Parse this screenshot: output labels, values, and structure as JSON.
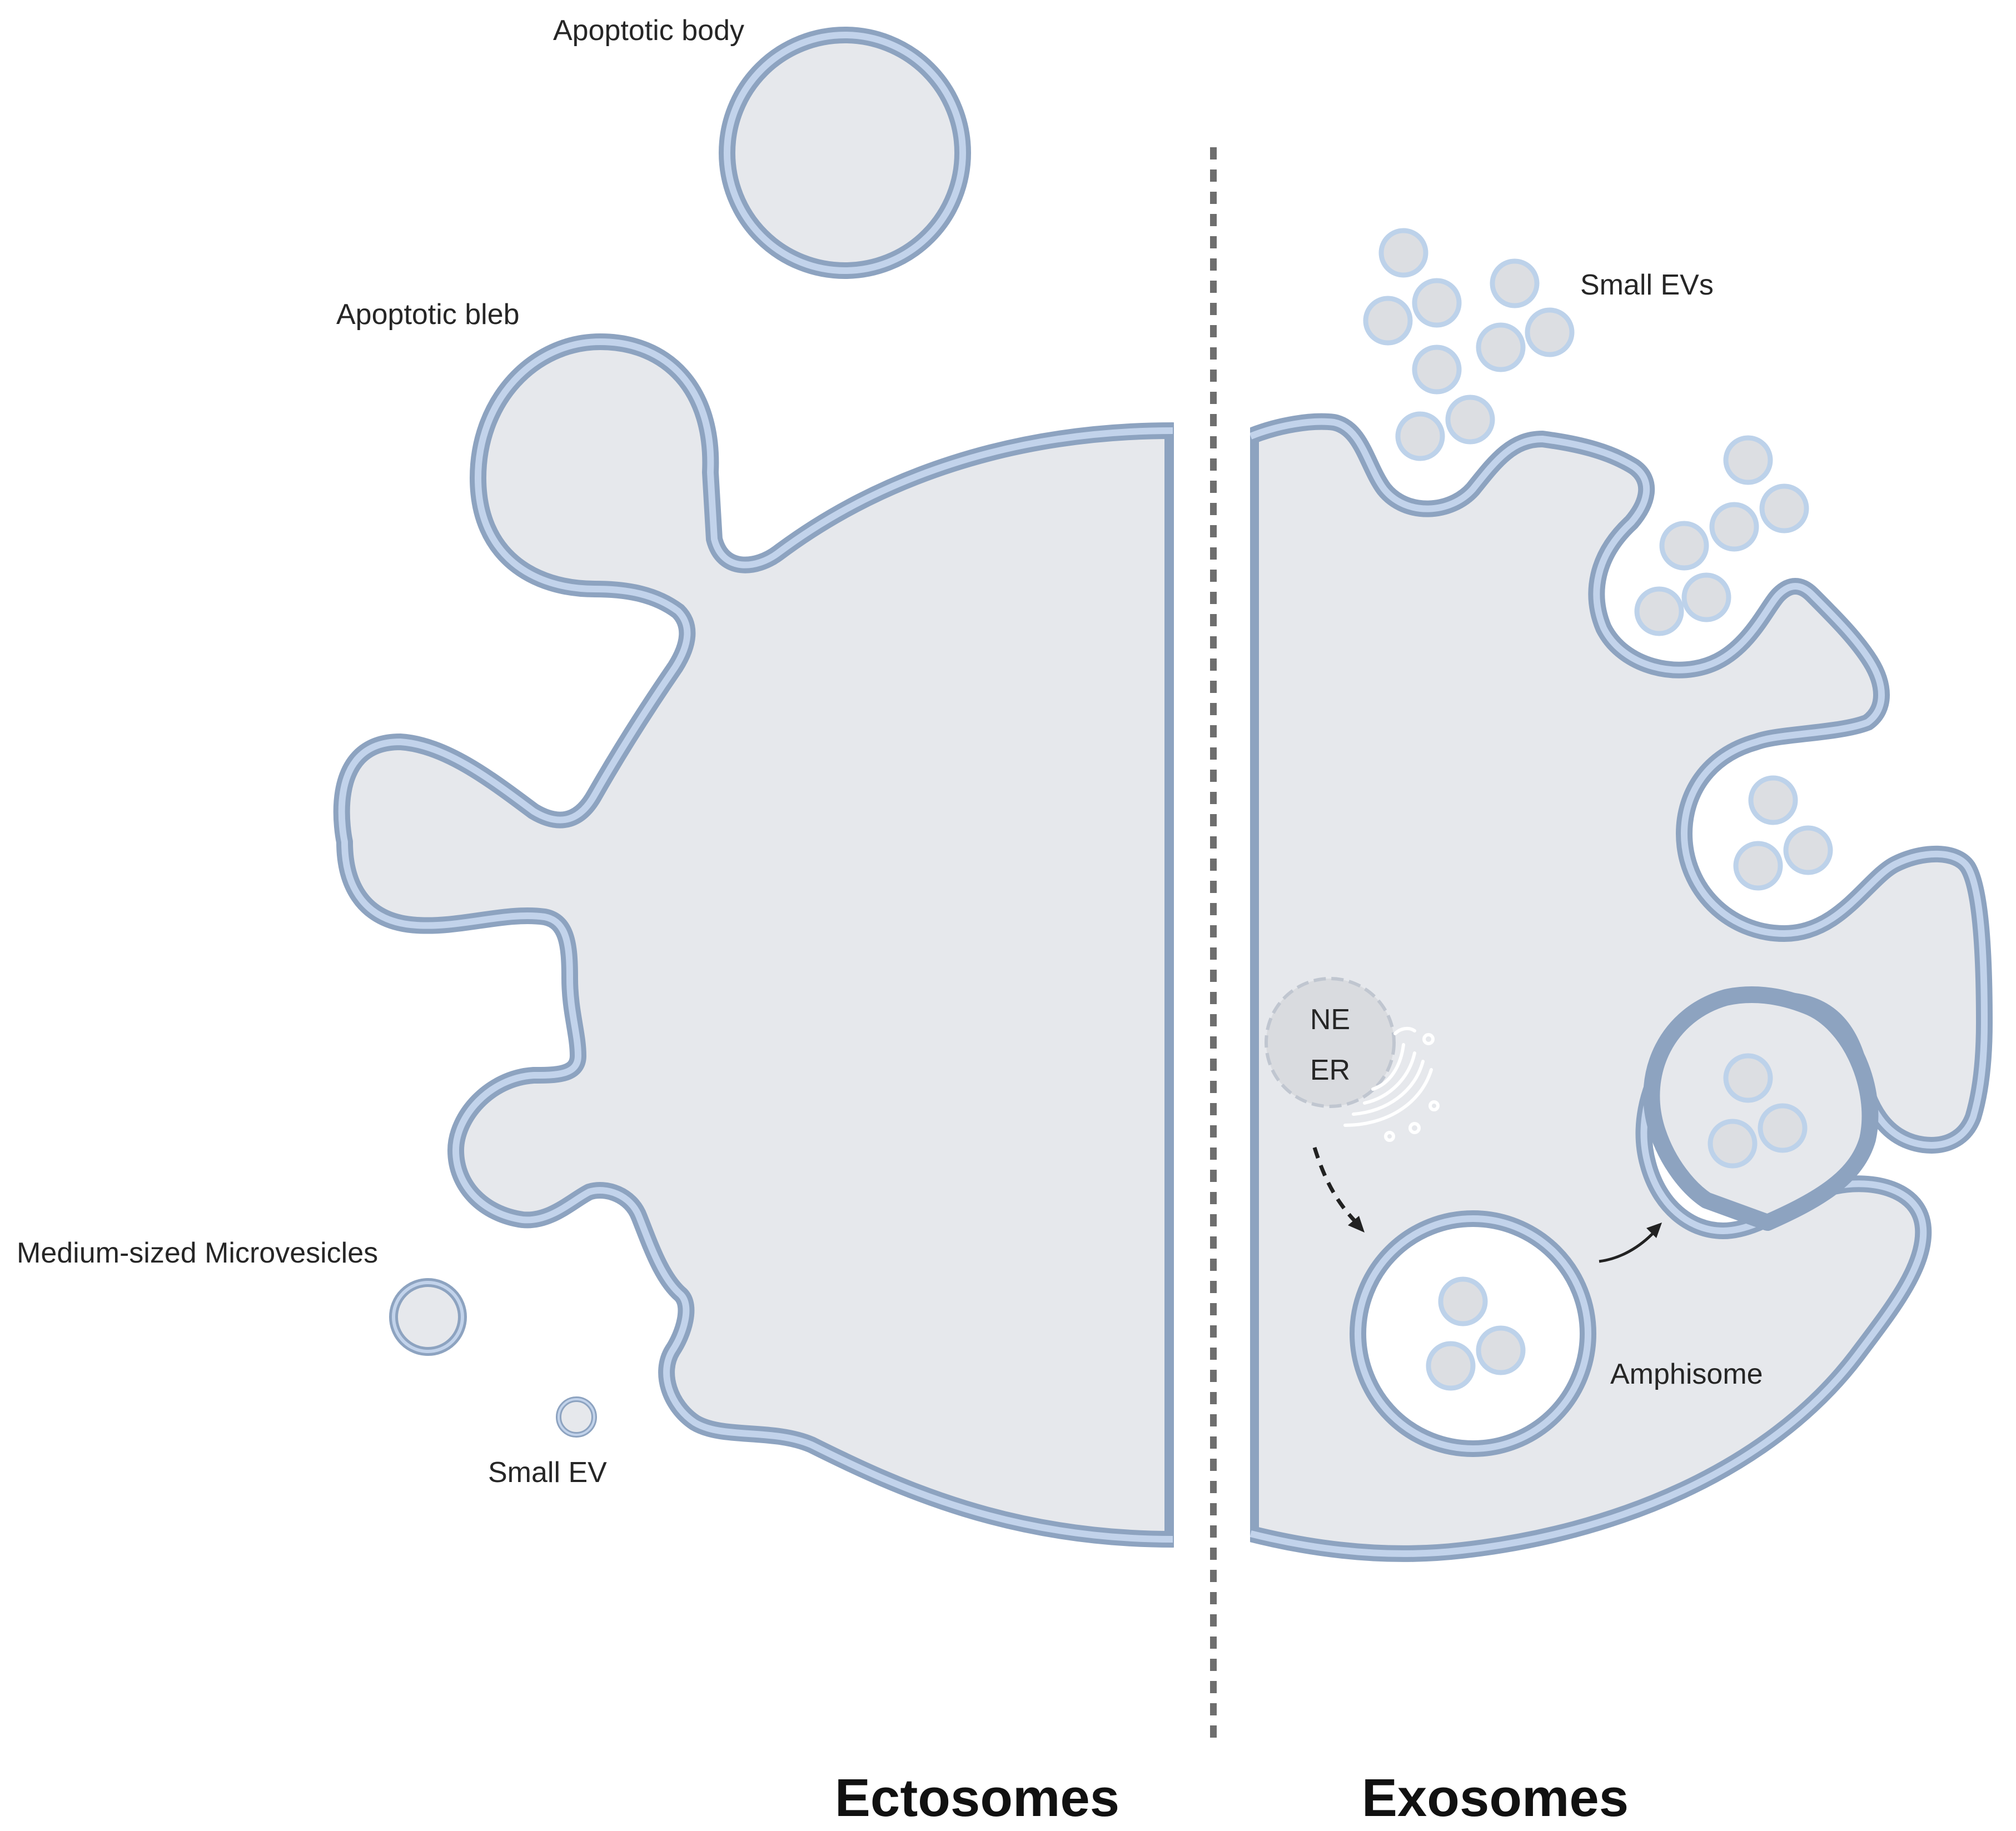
{
  "labels": {
    "apoptotic_body": "Apoptotic body",
    "apoptotic_bleb": "Apoptotic bleb",
    "medium_microvesicles": "Medium-sized Microvesicles",
    "small_ev": "Small EV",
    "small_evs": "Small EVs",
    "amphisome": "Amphisome",
    "ne": "NE",
    "er": "ER"
  },
  "titles": {
    "left": "Ectosomes",
    "right": "Exosomes"
  },
  "colors": {
    "membrane": "#8da3c0",
    "membrane_highlight": "#c2d3eb",
    "cytoplasm": "#e6e8ec",
    "vesicle": "#dcdee2",
    "divider": "#6e6e6e"
  }
}
